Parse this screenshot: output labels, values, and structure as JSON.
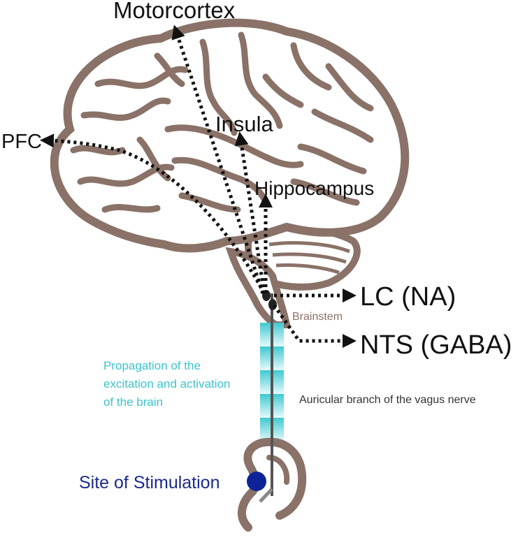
{
  "labels": {
    "motorcortex": "Motorcortex",
    "insula": "Insula",
    "pfc": "PFC",
    "hippocampus": "Hippocampus",
    "lc": "LC (NA)",
    "nts": "NTS (GABA)",
    "brainstem": "Brainstem",
    "propagation_line1": "Propagation of the",
    "propagation_line2": "excitation and activation",
    "propagation_line3": "of the brain",
    "auricular": "Auricular branch of the vagus nerve",
    "site": "Site of Stimulation"
  },
  "colors": {
    "brain": "#8a7268",
    "brain_fill": "#ffffff",
    "arrows": "#111111",
    "text": "#111111",
    "brainstem_text": "#8a7268",
    "propagation_text": "#3cc4cc",
    "propagation_band": "#4fd0d6",
    "site_text": "#1a2a8a",
    "site_dot": "#0d2499",
    "nerve": "#555555"
  }
}
